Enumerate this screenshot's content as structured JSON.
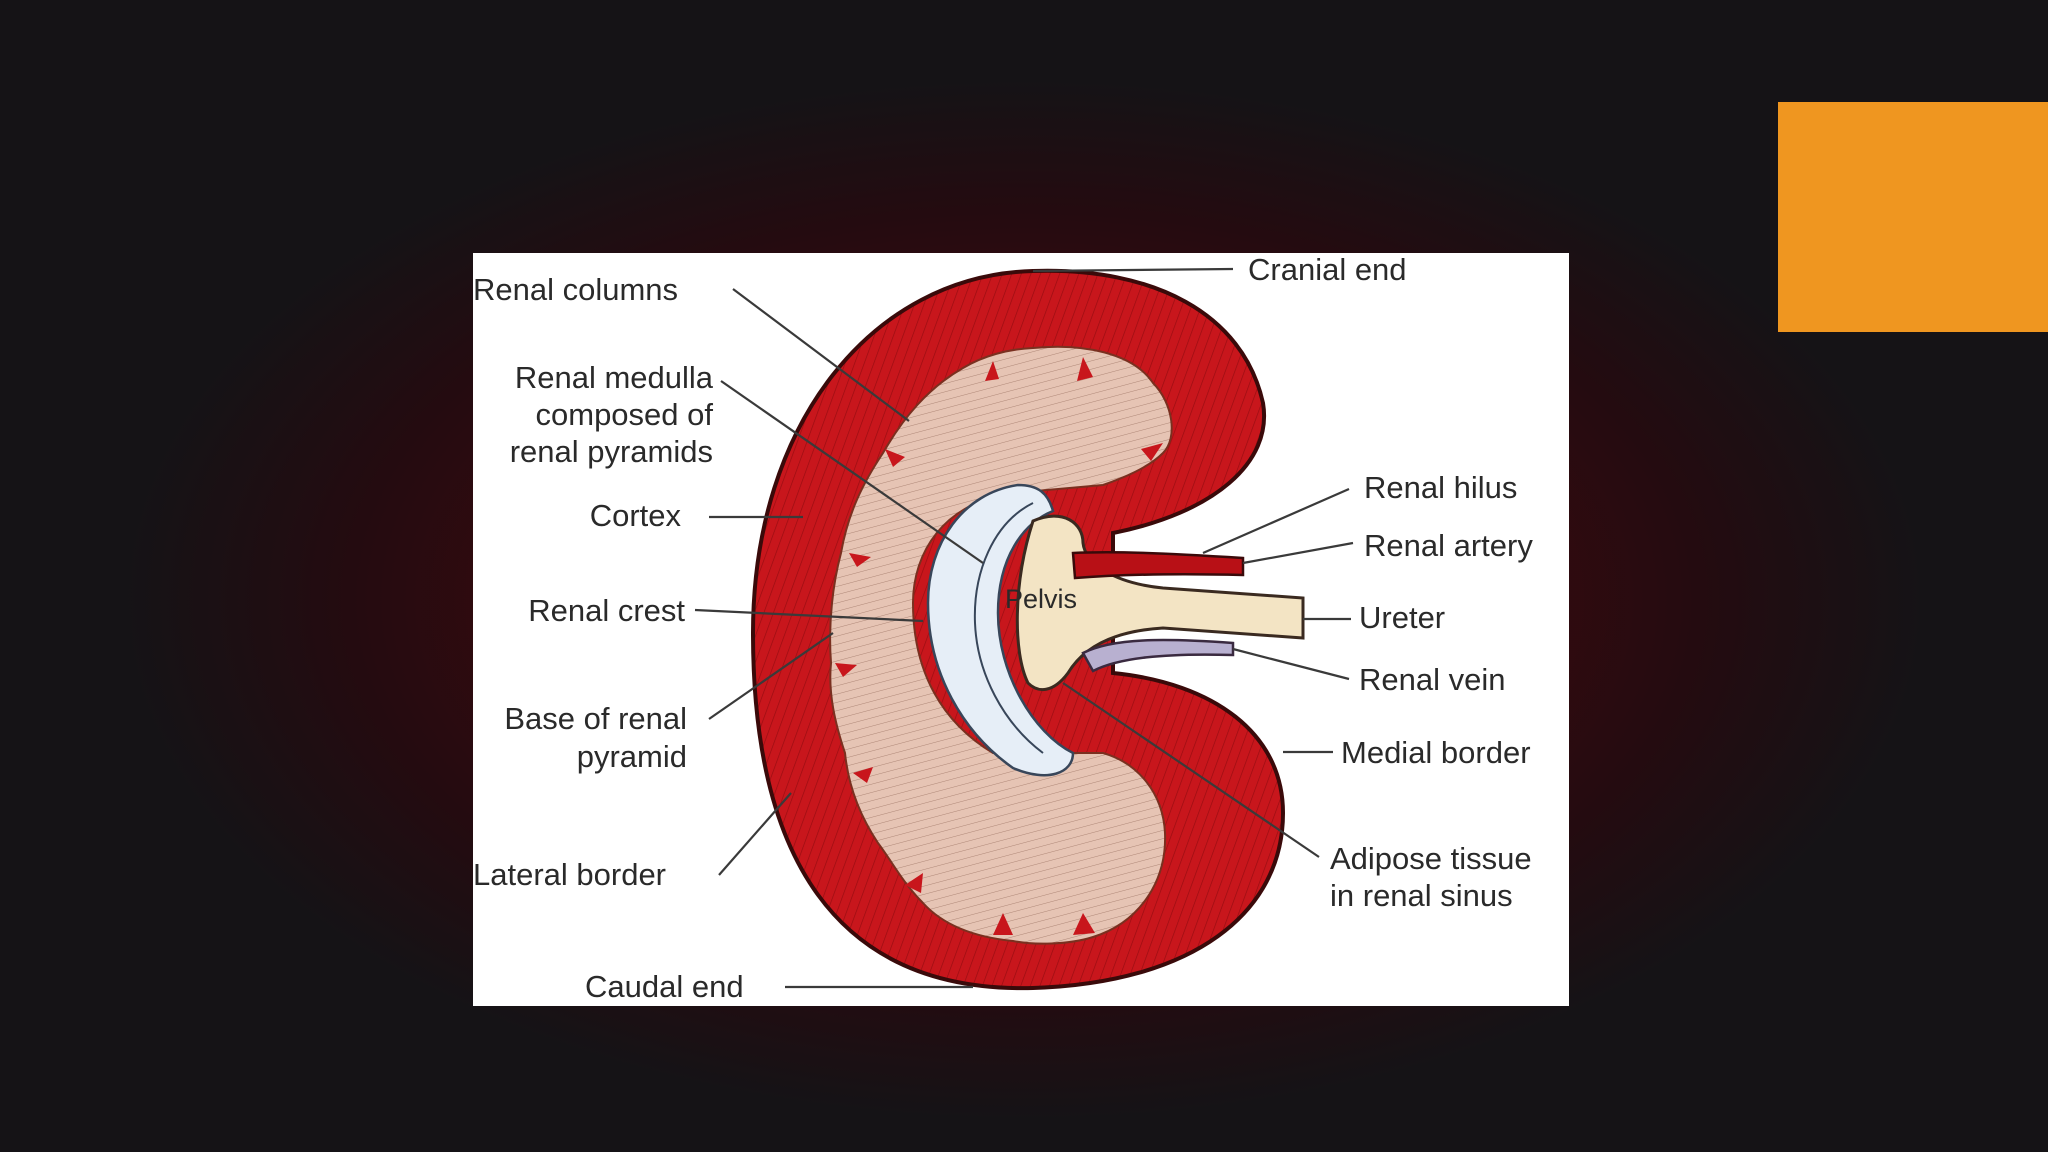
{
  "colors": {
    "background": "#151316",
    "accent": "#ef9620",
    "cortex": "#c8161c",
    "medulla": "#e6c4b4",
    "sinus": "#e6eef7",
    "pelvis": "#f3e4c4"
  },
  "diagram": {
    "labels": {
      "renal_columns": "Renal columns",
      "renal_medulla_1": "Renal medulla",
      "renal_medulla_2": "composed of",
      "renal_medulla_3": "renal pyramids",
      "cortex": "Cortex",
      "renal_crest": "Renal crest",
      "base_pyramid_1": "Base of renal",
      "base_pyramid_2": "pyramid",
      "lateral_border": "Lateral border",
      "caudal_end": "Caudal end",
      "cranial_end": "Cranial end",
      "renal_hilus": "Renal hilus",
      "renal_artery": "Renal artery",
      "ureter": "Ureter",
      "renal_vein": "Renal vein",
      "medial_border": "Medial border",
      "adipose_1": "Adipose tissue",
      "adipose_2": "in renal sinus",
      "pelvis": "Pelvis"
    }
  }
}
